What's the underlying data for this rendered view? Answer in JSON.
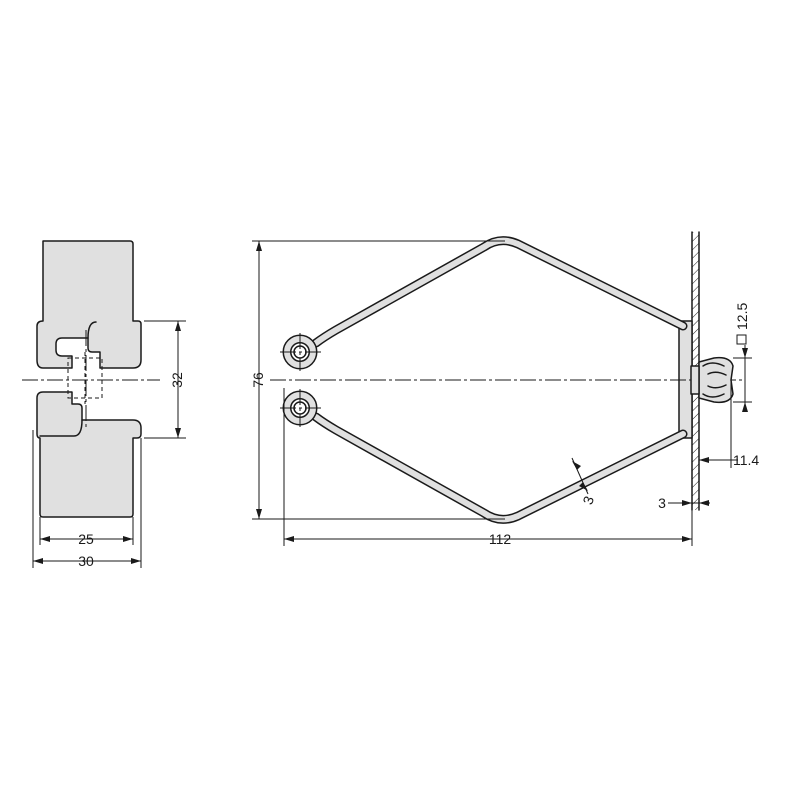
{
  "dimensions": {
    "side_inner_width": "25",
    "side_outer_width": "30",
    "side_height": "32",
    "overall_height": "76",
    "overall_length": "112",
    "plate_thickness": "3",
    "clip_offset": "11.4",
    "square_size": "12.5",
    "wire_gauge": "3"
  },
  "colors": {
    "line": "#1a1a1a",
    "part_fill": "#e0e0e0",
    "background": "#ffffff"
  }
}
